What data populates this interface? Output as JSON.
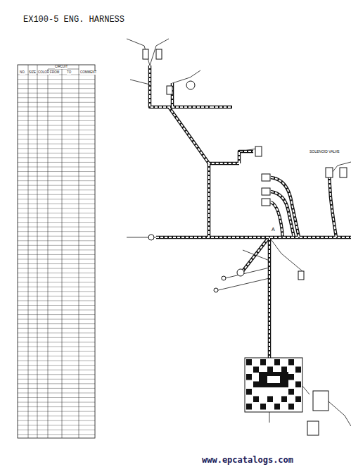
{
  "diagram": {
    "title": "EX100-5 ENG. HARNESS",
    "labels": [
      "CIRCUIT",
      "NO.",
      "SIZE",
      "COLOR",
      "FROM",
      "TO",
      "COMMENT",
      "SOLENOID VALVE",
      "A",
      "www.epcatalogs.com"
    ]
  }
}
